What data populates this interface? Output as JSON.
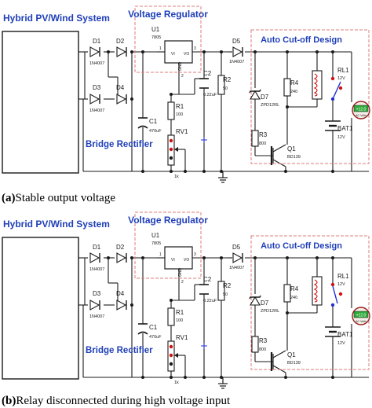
{
  "panels": [
    {
      "id": "a",
      "caption_tag": "(a)",
      "caption_text": "Stable output voltage",
      "relay_state": "energized"
    },
    {
      "id": "b",
      "caption_tag": "(b)",
      "caption_text": "Relay disconnected during high voltage input",
      "relay_state": "released"
    }
  ],
  "schematic": {
    "system_title": "Hybrid PV/Wind System",
    "regulator_title": "Voltage Regulator",
    "cutoff_title": "Auto Cut-off Design",
    "rectifier_label": "Bridge Rectifier",
    "diodes": [
      {
        "ref": "D1",
        "part": "1N4007"
      },
      {
        "ref": "D2",
        "part": ""
      },
      {
        "ref": "D3",
        "part": "1N4007"
      },
      {
        "ref": "D4",
        "part": ""
      },
      {
        "ref": "D5",
        "part": "1N4007"
      }
    ],
    "regulator": {
      "ref": "U1",
      "part": "7805",
      "pin_vi": "VI",
      "pin_vo": "VO",
      "pin_gnd": "GND",
      "pin1": "1",
      "pin2": "2",
      "pin3": "3"
    },
    "c1": {
      "ref": "C1",
      "value": "470uF"
    },
    "c2": {
      "ref": "C2",
      "value": "0.22uF"
    },
    "r1": {
      "ref": "R1",
      "value": "100"
    },
    "r2": {
      "ref": "R2",
      "value": "50"
    },
    "r3": {
      "ref": "R3",
      "value": "800"
    },
    "r4": {
      "ref": "R4",
      "value": "240"
    },
    "rv1": {
      "ref": "RV1",
      "value": "1k"
    },
    "d7": {
      "ref": "D7",
      "part": "ZPD12RL"
    },
    "q1": {
      "ref": "Q1",
      "part": "BD139"
    },
    "rl1": {
      "ref": "RL1",
      "value": "12V"
    },
    "bat1": {
      "ref": "BAT1",
      "value": "12V"
    },
    "meter": {
      "reading": "+12.0",
      "unit": "AC Volts"
    },
    "colors": {
      "wire": "#1a1a1a",
      "title": "#1f3fb8",
      "dashed": "#e07a7a",
      "wire_red": "#d01010",
      "wire_blue": "#2030d0",
      "meter_green": "#2faa3a",
      "meter_rim": "#9a2020"
    }
  }
}
